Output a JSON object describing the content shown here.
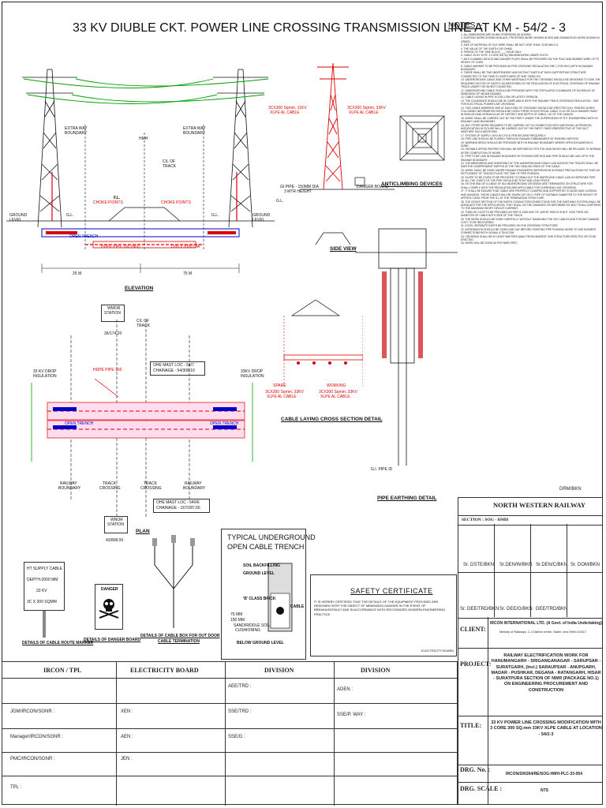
{
  "title": "33 KV DIUBLE CKT. POWER LINE CROSSING TRANSMISSION LINE  AT KM - 54/2 - 3",
  "notes_heading": "NOTES: -",
  "notes": [
    "1.  ALL DIMENSIONS ARE IN MM OTHERWISE AS SHOWN.",
    "2.  EXISTING WORK SHOWN IN BLACK, PROPOSED WORK SHOWN IN RED AND DISMANTLED WORK SHOWN IN GREEN.",
    "3.  SIZE OF MATERIAL OF GUY WIRE SHALL BE NOT LESS THAN 7/2.50 MM G.S.",
    "4.  THE VALUE OF THE EARTH 0.50 OHMS.",
    "5.  PERIOD OF THE TIME BLOCK ___ HOUR ONLY.",
    "6.  CABLE 33 KV XLPE, 3 CORE 300 SQ MM ARMOURED UNDER VOLTS.",
    "7.  ANTI CLIMBING DEVICE AND DANGER PLATE SHALL BE PROVIDED ON THE POLE AND BARBED WIRE UP TO HEIGHT OF 3.00M.",
    "8.  CABLE MARKER TO BE PROVIDED AS PER CROSSING REGULATION 1987 ( FOR HEC) WITH IN RAILWAY BOUNDARY.",
    "9.  THERE SHALL BE TWO INDEPENDENT AND DISTINCT EARTH AT EACH SUPPORTING STRUCTURE CONNECTED TO THE TWIN G.I EARTH WIRE OF SIZE 7/8WG ON.",
    "10. UNDERGROUND CABLE AND OTHER MATERIALS FOR THE CROSSING SHOULD BE DESIGNED TO GIVE THE REQUIRED FACTOR OF SAFETY AS MENTIONED IN THE REGULATION OF ELECTRICAL CROSSING OF RAILWAY TRACK UNDER THE WORST CONDITION.",
    "11. UNDERGROUND CABLE SHOULD BE PROVIDED WITH THE STIPULATED CLEARANCE OF SCHEDULE OF DIMENSION OF INDIAN RAILWAY.",
    "12. CABLE LAYING IN PIPE IS 1200 LOW OR LATEST VERSION.",
    "13. THE CLEARANCE SHOULD BE IN COMPLIANCE WITH THE RAILWAY TRACK CROSSING REGULATION - 1987 FOR ELECTRICAL POWER LINE CROSSING.",
    "14. TWO CABLE MARKERS ONE AT EACH END OF CROSSING SHOULD BE ERECTED DULY PAINTED IN RED FOLLOWING INFORMATION SHOULD BE GIVEN THERE IS ELECTRICAL CABLE 11 kV OR 33 kV DANGER 'BHAY' IN ENGLISH AND VERNACULAR OF DISTRICT AND DEPTH OF CABLE, NO OF THE CABLES.",
    "15. WORK SHALL BE CARRIED OUT BY THE PARTY UNDER THE SUPERVISION OF R.P. ENGINEERING WITH IN RAILWAY LAND BOUNDARY.",
    "16. ANY OTHER WORK REQUIRED TO BE CARRIED OUT IN CONNECTION WITH ADDITIONS, ALTERATION, MODIFICATION IN FUTURE WILL BE CARRIED OUT BY THE PARTY THEIR IRRESPECTIVE OF THE FACT WHETHER SUCH ADDITIONS.",
    "17. SYSTEM OF SUPPLY 11KV 50 CYCLE PER SECOND FREQUENCY.",
    "18. PIPE LINE SHOULD BE PUSHED THROUGH RAILWAY EMBANKMENT BY PUSHING METHOD.",
    "19. WARNING BRICK SHOULD BE PROVIDED WITH IN RAILWAY BOUNDARY WHERE OPEN EXCAVATION IS DONE.",
    "20. SUITABLE SPEED RESTRICTION WILL BE IMPOSED BY RTS P.W.I AND WHICH WILL BE RELAXED TO NORMAL AFTER COMPLETION OF WORK.",
    "21. PIPE TO BE LAID IN RAILWAY BOUNDARY BY PUSHING METHOD AND PIPE SHOULD BE LAID UPTO THE RAILWAY BOUNDARY.",
    "22. THE ARMOURING AND SHEATHING OF THE UNDERGROUND CABLE LAID ACROSS THE TRACKS SHALL BE EARTH BY INDEPENDENT EARTHS AT THE TWO SEALING ENDS OF THE CABLE.",
    "23. WORK SHALL BE DONE UNDER RAILWAY ENGINEERS SUPERVISION SUITABLE PRECAUTIONS SO THAT NO SETTLEMENT OF TRACKS PLACE THE TIME OF PIPE PUSHING.",
    "24. SLOPE TO BE GIVEN TO BE PROVIDED TO DRAIN OUT THE WATER AND CABLE LAID IN HDPE/DWC PIPE.",
    "25. ALL THE JOINTS OF THE PIPE SHOULD BE TIGHT AND LEAK PROOF.",
    "26. ON THE END OF A CABLE OF AN UNDERGROUND CROSSING ARE TERMINATED ON STRUCTURE FOR SHALL COMPLY WITH THE REGULATION ARE APPLICABLE FOR OVERHEAD LINE CROSSING.",
    "27. IT SHALL BE ENSURE THAT CABLE ARE PROPERLY CLAMPED AND SUPPORTED TO AVOID AND LOOSING AND HANGING. THESE CABLES WILL BE TAKEN OUT IN G.I PIPE OF SUITABLE DIAMETER TO THE HEIGHT OF APPROX 2.50M. FROM THE G.L AT THE TERMINATING STRUCTURE.",
    "28. THE CROSS SECTION OF THE EARTH CONDUCTOR/CONNECTIONS FOR THE EARTHING SYSTEM SHALL BE ADEQUATE FOR THE APPLICATION, THEY SHALL NOT BE DAMAGED OR DEFORMED BY BOLT SHALL EARTHING TO THE MAXIMUM SHORT CIRCUIT CURRENT.",
    "29. THEN NO COOP TO BE PROVIDED AS PER IS 1255 UNIT OF LATEST WHICH IS NOT LESS THEN 150 DIAMETER OF CABLE BOTH SIDE OF THE TRACK.",
    "30. THE WORK SHOULD BE DONE CAREFULLY WITHOUT DAMAGING THE S&T CABLES AND FOR ANY DAMAGE COST TO BE RECOVERED.",
    "31. EXCEL SEPARATE EARTH BE PROVIDED ON THE CROSSING STRUCTURE.",
    "32. INFORMATION SHOULD BE GIVEN ONE DAY BEFORE STARTING PIPE PUSHING WORK TO SSE ELEMENT CONNECTIONS BOTH SIGNAL & TELECOM.",
    "33. CROSSING SHALL BE AT LEAST 5METRES AWAY FROM NEAREST OHE STRUCTURE ERECTED OR TO BE ERECTED.",
    "34. WORK WILL BE DONE AS PER NWR SPEC."
  ],
  "elevation": {
    "caption": "ELEVATION",
    "labels": {
      "extra_left": "EXTRA WAY",
      "boundary_left": "BOUNDARY",
      "extra_right": "EXTRA WAY",
      "boundary_right": "BOUNDARY",
      "track_cl": "C/L OF",
      "track_word": "TRACK",
      "fl": "F.L.",
      "ground_left": "GROUND",
      "level_left": "LEVEL",
      "ground_right": "GROUND",
      "level_right": "LEVEL",
      "gl": "G.L.",
      "choke_left": "CHOKE POINTS",
      "choke_right": "CHOKE POINTS",
      "open_trench": "OPEN TRENCH",
      "hdpe": "HDPE PIPE 160 (NG)",
      "dim": "1200 x 2000 DIA",
      "mid": "HMH",
      "m25": "25 M",
      "m75": "75 M"
    }
  },
  "side_view": {
    "caption": "SIDE VIEW",
    "cable_left": "3CX300 Sqmm, 11KV",
    "cable_left2": "XLPE AL CABLE",
    "cable_right": "3CX300 Sqmm, 33KV",
    "cable_right2": "XLPE AL CABLE",
    "gi_pipe": "GI PIPE - 150MM DIA",
    "gi_pipe2": "3 MTR HEIGHT",
    "danger": "DANGER BOARD",
    "ground": "G.L."
  },
  "anticlimb": {
    "caption": "ANTICLIMBING DEVICES"
  },
  "cable_section": {
    "caption": "CABLE LAYING CROSS SECTION DETAIL",
    "spare": "SPARE",
    "spare_cable": "3CX300 Sqmm, 33KV",
    "spare_cable2": "XLPE AL CABLE",
    "working": "WORKING",
    "working_cable": "3CX300 Sqmm, 33KV",
    "working_cable2": "XLPE AL CABLE"
  },
  "pipe_earthing": {
    "caption": "PIPE EARTHING DETAIL",
    "gi_pipe": "G.I. PIPE ID"
  },
  "plan": {
    "caption": "PLAN",
    "wmor": "WMOR",
    "station": "STATION",
    "km_top": "36/174.20",
    "km_bottom": "43/808.00",
    "wnor": "WNOR",
    "station2": "STATION",
    "ohe1": "OHE MAST LOC - 54/7",
    "ohe1b": "CHAINAGE - 54/308.10",
    "ohe2": "OHE MAST LOC - 54/06",
    "ohe2b": "CHAINAGE - 167/287.60",
    "track_cl": "C/L OF",
    "track_word": "TRACK",
    "kv_left": "33 KV DROP",
    "kv_left2": "INSULATION",
    "kv_right": "33KV DROP",
    "kv_right2": "INSULATION",
    "hdpe": "HDPE PIPE 160",
    "open_trench_l": "OPEN TRENCH",
    "open_trench_r": "OPEN TRENCH",
    "railway_b": "RAILWAY",
    "boundary_b": "BOUNDARY",
    "track_b": "TRACK",
    "crossing_b": "CROSSING",
    "track_b2": "TRACK",
    "crossing_b2": "CROSSING",
    "railway_b2": "RAILWAY",
    "boundary_b2": "BOUNDARY"
  },
  "route_marker": {
    "caption": "DETAILS OF CABLE ROUTE MARKER",
    "l1": "HT SUPPLY CABLE",
    "l2": "DEPTH-2000 MM",
    "l3": "33 KV",
    "l4": "3C X 300 SQMM"
  },
  "danger_board": {
    "caption": "DETAILS OF DANGER BOARD",
    "danger": "DANGER"
  },
  "cable_box": {
    "caption": "DETAILS OF CABLE BOX FOR OUT DOOR",
    "caption2": "CABLE TERMINATION"
  },
  "trench": {
    "title1": "TYPICAL UNDERGROUND",
    "title2": "OPEN CABLE TRENCH",
    "soil": "SOIL BACKFILLING",
    "ground_level": "GROUND LEVEL",
    "brick": "'B' CLASS BRICK",
    "sand": "SAND/RIDDLE SOIL",
    "cushioning": "CUSHIONING",
    "mm75": "75 MM",
    "mm150": "150 MM",
    "cable": "CABLE",
    "below": "BELOW GROUND LEVEL"
  },
  "safety": {
    "title": "SAFETY CERTIFICATE",
    "text": "IT IS HEREBY CERTIFIED THAT THE DETAILS OF THE EQUIPMENT PROVIDED ARE DESIGNED WITH THE OBJECT OF MINIMIZING DANGER IN THE EVENT OF BREAKAGE/FAULT AND IN ACCORDANCE WITH RECOGNIZED MODERN ENGINEERING PRACTICE.",
    "sign": "ELECTRICITY BOARD"
  },
  "titleblock": {
    "drm": "DRM/BKN",
    "railway": "NORTH WESTERN RAILWAY",
    "section": "SECTION : SOG - HMH",
    "sr_dste": "Sr. DSTE/BKN",
    "sr_den_w": "Sr.DEN/W/BKN",
    "sr_den_c": "Sr.DEN/C/BKN",
    "sr_dom": "Sr. DOM/BKN",
    "sr_dee_trd": "Sr. DEE/TRD/BKN",
    "sr_dee_g": "Sr. DEE/G/BKN",
    "dee_trd": "DEE/TRD/BKN",
    "client_label": "CLIENT:",
    "client1": "IRCON INTERNATIONAL LTD. (A Govt. of India Undertaking)",
    "client2": "Ministry of Railways, C-4 District centre, Saket, new Delhi 110017",
    "project_label": "PROJECT:",
    "project": "RAILWAY ELECTRIFICATION WORK FOR HANUMANGARH - SRIGANGANAGAR - SARUPSAR - SURATGARH, (Incl.) SARAUPSAR - ANUPGARH, MADAR - PUSHKAR, DEGANA - RATANGARH, HISAR - SURATPURA SECTION OF NWR (PACKAGE NO.1) ON ENGINEERING PROCUREMENT AND CONSTRUCTION",
    "title_label": "TITLE:",
    "title": "33 KV POWER LINE CROSSING MODIFICATION WITH  3 CORE 300 SQ.mm 33KV XLPE CABLE AT LOCATION - 54/2-3",
    "drg_no_label": "DRG. No. :",
    "drg_no": "IRCON/200264/RE/SOG-HMH-PLC-33-054",
    "drg_scale_label": "DRG. SCALE :",
    "drg_scale": "NTS"
  },
  "sigtable": {
    "h1": "IRCON / TPL",
    "h2": "ELECTRICITY BOARD",
    "h3": "DIVISION",
    "h4": "DIVISION",
    "aee_trd": "AEE/TRD :",
    "aden": "ADEN :",
    "jgm": "JGM/IRCON/SGNR :",
    "xen": "XEN :",
    "sse_trd": "SSE/TRD :",
    "sse_pway": "SSE/P. WAY :",
    "manager": "Manager/IRCON/SGNR :",
    "aen": "AEN :",
    "sse_g": "SSE/G :",
    "pmc": "PMC/IRCON/SGNR :",
    "jen": "JEN :",
    "tpl": "TPL :"
  },
  "colors": {
    "red": "#dd0000",
    "blue": "#0000cc",
    "green": "#00a000",
    "ink": "#111111"
  }
}
